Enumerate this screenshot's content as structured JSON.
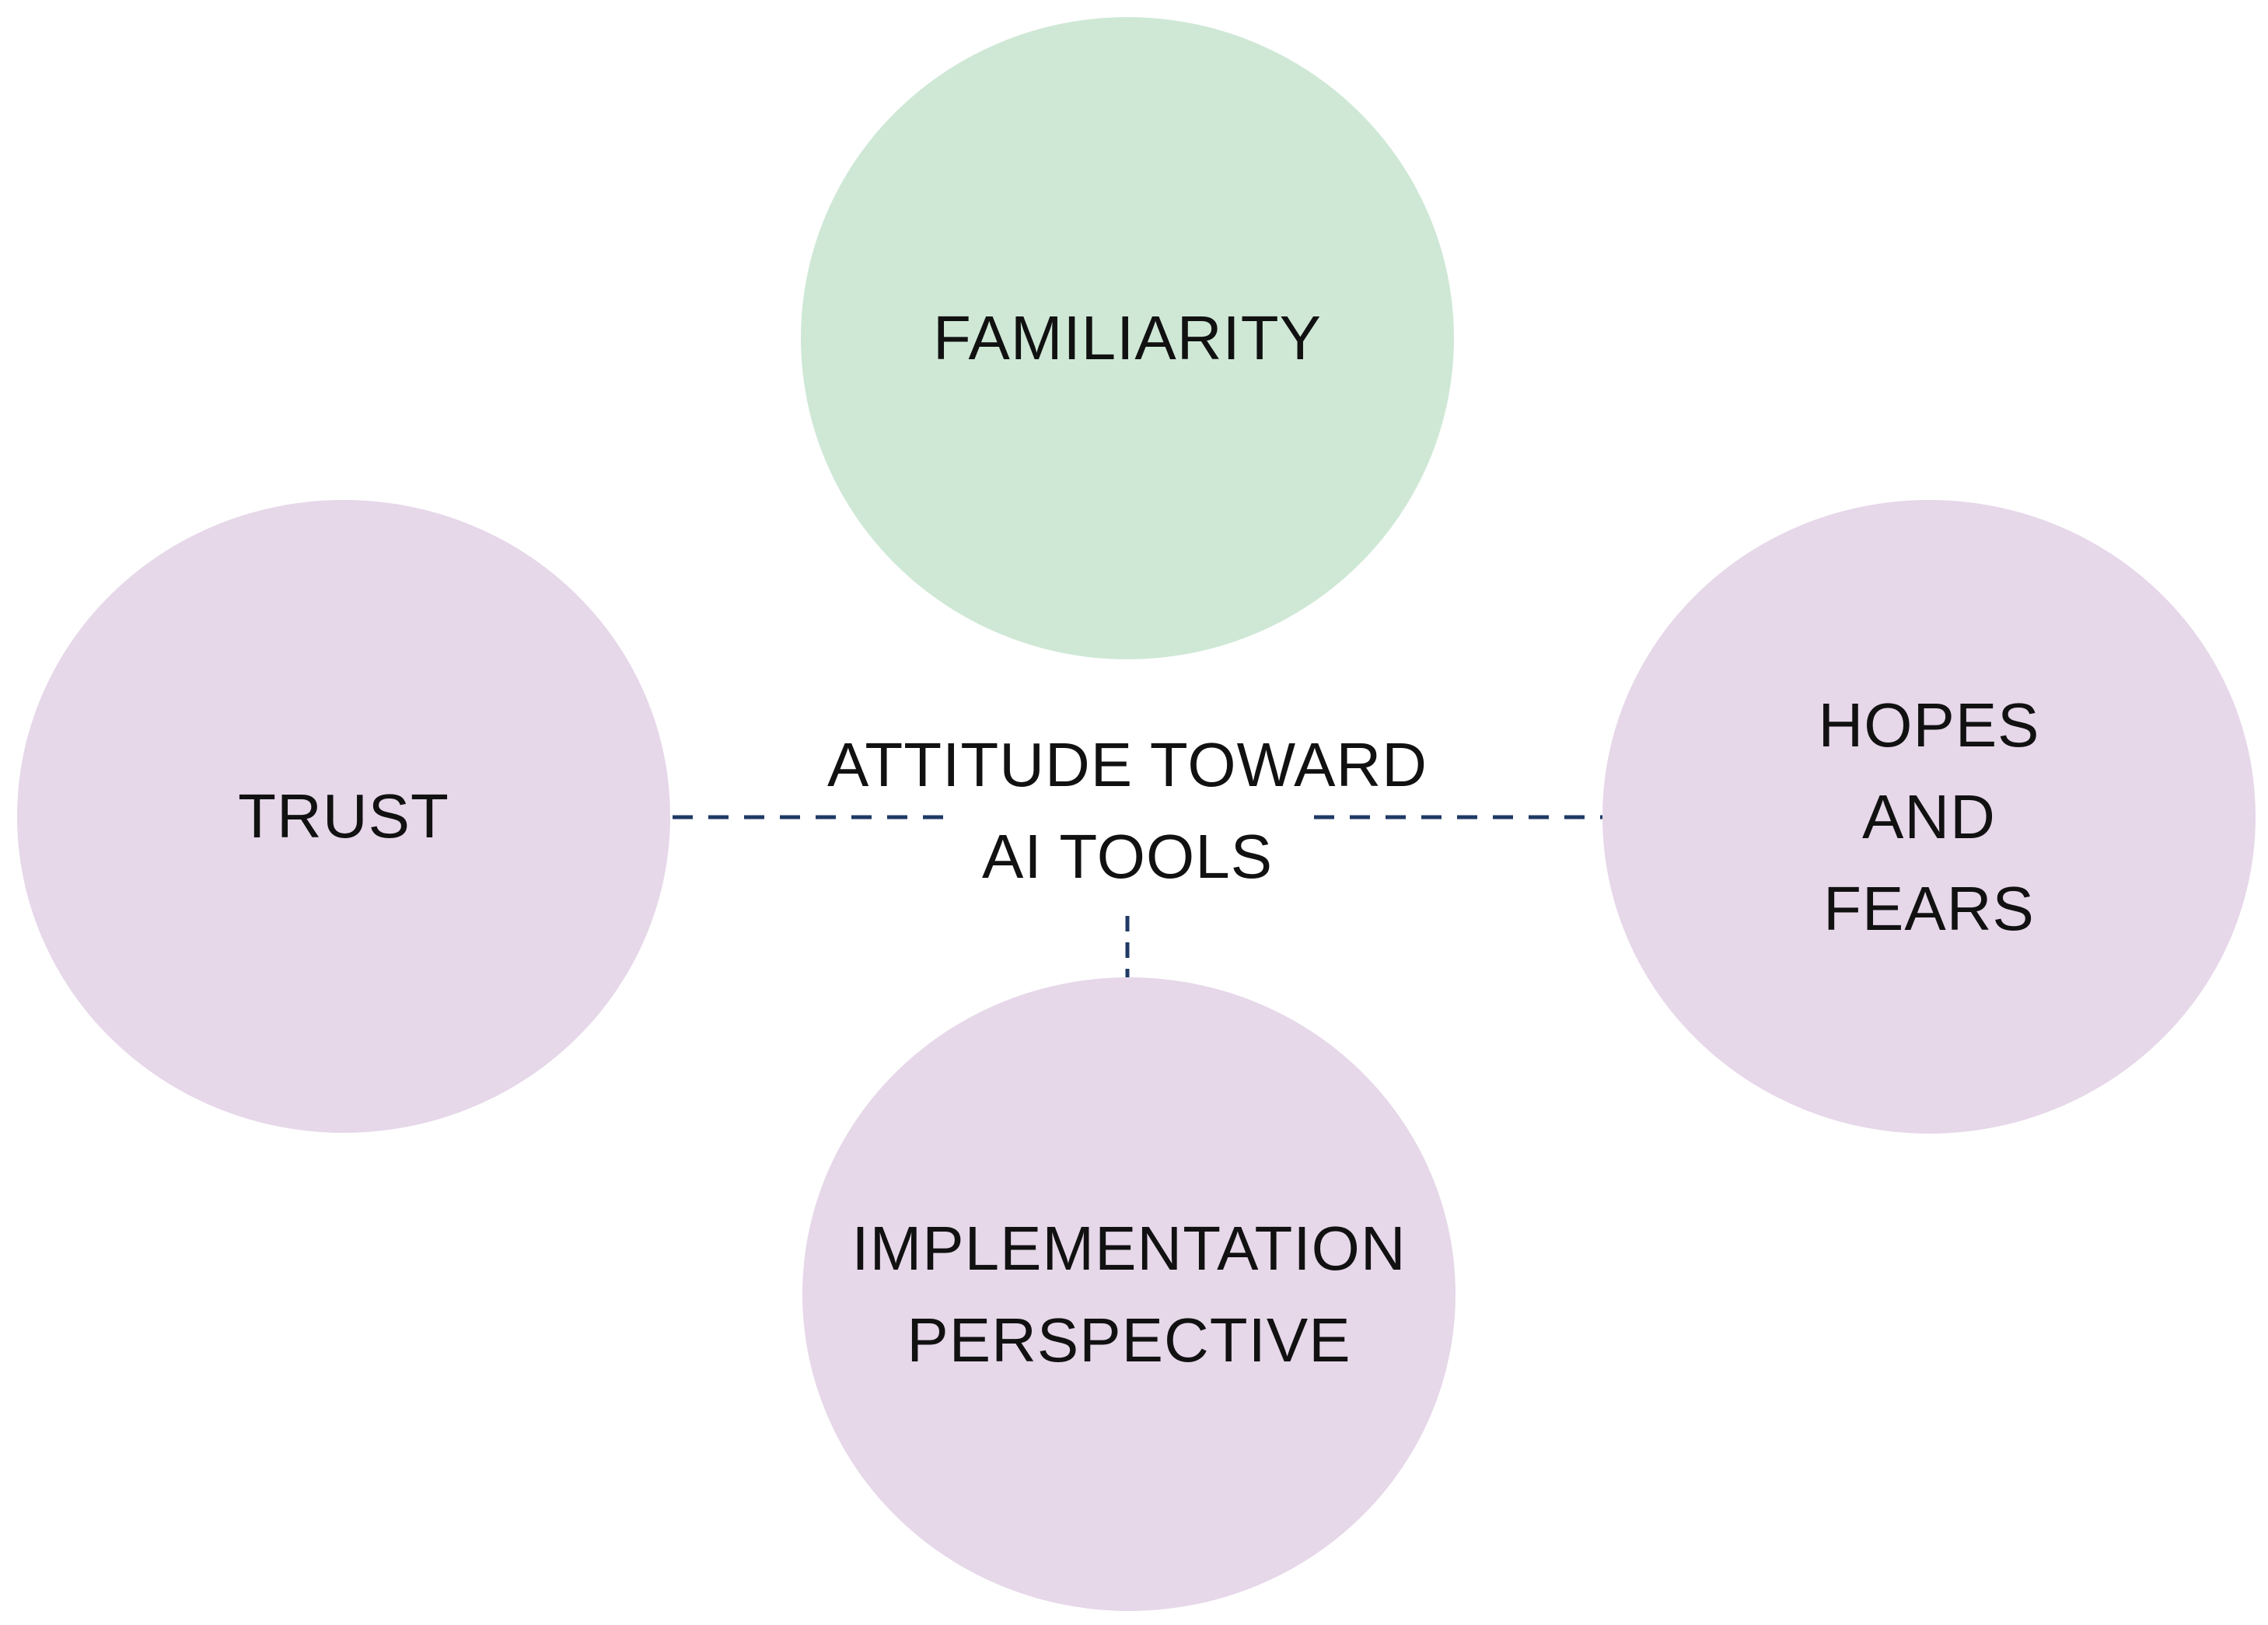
{
  "diagram": {
    "center": {
      "label": "ATTITUDE TOWARD\nAI TOOLS"
    },
    "nodes": [
      {
        "id": "familiarity",
        "label": "FAMILIARITY",
        "color": "#cfe8d6"
      },
      {
        "id": "trust",
        "label": "TRUST",
        "color": "#e6d7e9"
      },
      {
        "id": "hopes",
        "label": "HOPES\nAND\nFEARS",
        "color": "#e6d7e9"
      },
      {
        "id": "implementation",
        "label": "IMPLEMENTATION\nPERSPECTIVE",
        "color": "#e6d7e9"
      }
    ],
    "connector_color": "#1f3a66",
    "connector_style": "dashed"
  }
}
